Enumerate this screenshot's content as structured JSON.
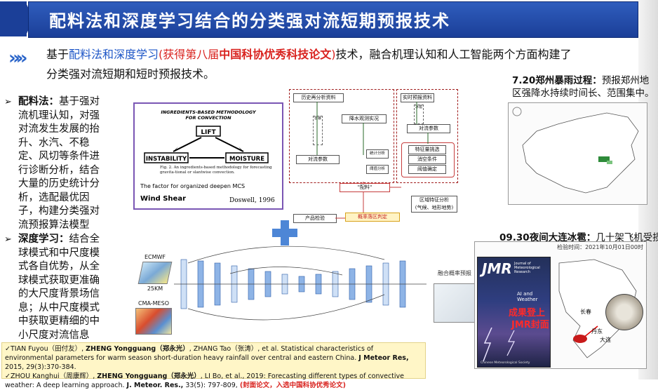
{
  "title": "配料法和深度学习结合的分类强对流短期预报技术",
  "intro": {
    "prefix": "基于",
    "method": "配料法和深度学习",
    "award_open": "(获得第八届",
    "award_name": "中国科协优秀科技论文",
    "award_close": ")",
    "suffix": "技术，融合机理认知和人工智能两个方面构建了",
    "line2": "分类强对流短期和短时预报技术。"
  },
  "left_points": [
    {
      "term": "配料法：",
      "body": "基于强对流机理认知，对强对流发生发展的抬升、水汽、不稳定、风切等条件进行诊断分析，结合大量的历史统计分析，选配最优因子，构建分类强对流预报算法模型"
    },
    {
      "term": "深度学习：",
      "body": "结合全球模式和中尺度模式各自优势，从全球模式获取更准确的大尺度背景场信息；从中尺度模式中获取更精细的中小尺度对流信息"
    }
  ],
  "ingredients_figure": {
    "header1": "INGREDIENTS-BASED METHODOLOGY",
    "header2": "FOR CONVECTION",
    "lift": "LIFT",
    "instability": "INSTABILITY",
    "moisture": "MOISTURE",
    "caption": "Fig. 2. An ingredients-based methodology for forecasting gravita-tional or slantwise convection.",
    "factor": "The factor for organized deepen MCS",
    "wind_shear": "Wind Shear",
    "author": "Doswell, 1996"
  },
  "flowchart": {
    "history": "历史再分析资料",
    "realtime": "实时预报资料",
    "obs": "降水观测实况",
    "conv_params_left": "对流参数",
    "conv_params_right": "对流参数",
    "stat_analysis": "统计分析",
    "threshold_analysis": "阈值分析",
    "feature_select": "特征量挑选",
    "pass_condition": "消空条件",
    "threshold_set": "阈值确定",
    "peiliao": "\"配料\"",
    "regional": "区域特征分析",
    "regional_sub": "(气候、地形地势)",
    "product_check": "产品检验",
    "prob_zone": "概率落区判定",
    "side_labels": [
      "雷暴",
      "短时强降水",
      "冰雹",
      "雷暴大风"
    ]
  },
  "dl_figure": {
    "ecmwf": "ECMWF",
    "ecmwf_res": "25KM",
    "cma": "CMA-MESO",
    "fusion": "融合概率预报",
    "plus": "+"
  },
  "citations": [
    {
      "check": "✓",
      "pre": "TIAN Fuyou（田付友）, ",
      "bold_name": "ZHENG Yongguang（郑永光）",
      "mid": ", ZHANG Tao（张涛）, et al. Statistical characteristics of environmental parameters for warm season short-duration heavy rainfall over central and eastern China. ",
      "journal": "J Meteor Res,",
      "tail": " 2015, 29(3):370-384."
    },
    {
      "check": "✓",
      "pre": "ZHOU Kanghui（周康辉）, ",
      "bold_name": "ZHENG Yongguang（郑永光）",
      "mid": ", LI Bo, et al., 2019: Forecasting different types of convective weather: A deep learning approach. ",
      "journal": "J. Meteor. Res.,",
      "tail": " 33(5): 797-809, ",
      "red_note": "(封面论文，入选中国科协优秀论文)"
    }
  ],
  "zhengzhou": {
    "caption_bold": "7.20郑州暴雨过程：",
    "caption_rest": "预报郑州地区强降水持续时间长、范围集中。"
  },
  "hail": {
    "caption_bold": "09.30夜间大连冰雹：",
    "caption_rest": "几十架飞机受损",
    "map_time": "检验时间：2021年10月01日00时",
    "place_a": "大连",
    "place_b": "丹东",
    "place_c": "长春"
  },
  "jmr": {
    "logo": "JMR",
    "journal_name": "Journal of Meteorological Research",
    "subtitle": "AI and Weather",
    "cover_text1": "成果登上",
    "cover_text2": "JMR封面",
    "publisher": "Chinese Meteorological Society"
  },
  "colors": {
    "title_blue": "#1b3f98",
    "accent_blue": "#1d56c7",
    "accent_red": "#d9231f",
    "citation_bg": "#fff6c7"
  }
}
